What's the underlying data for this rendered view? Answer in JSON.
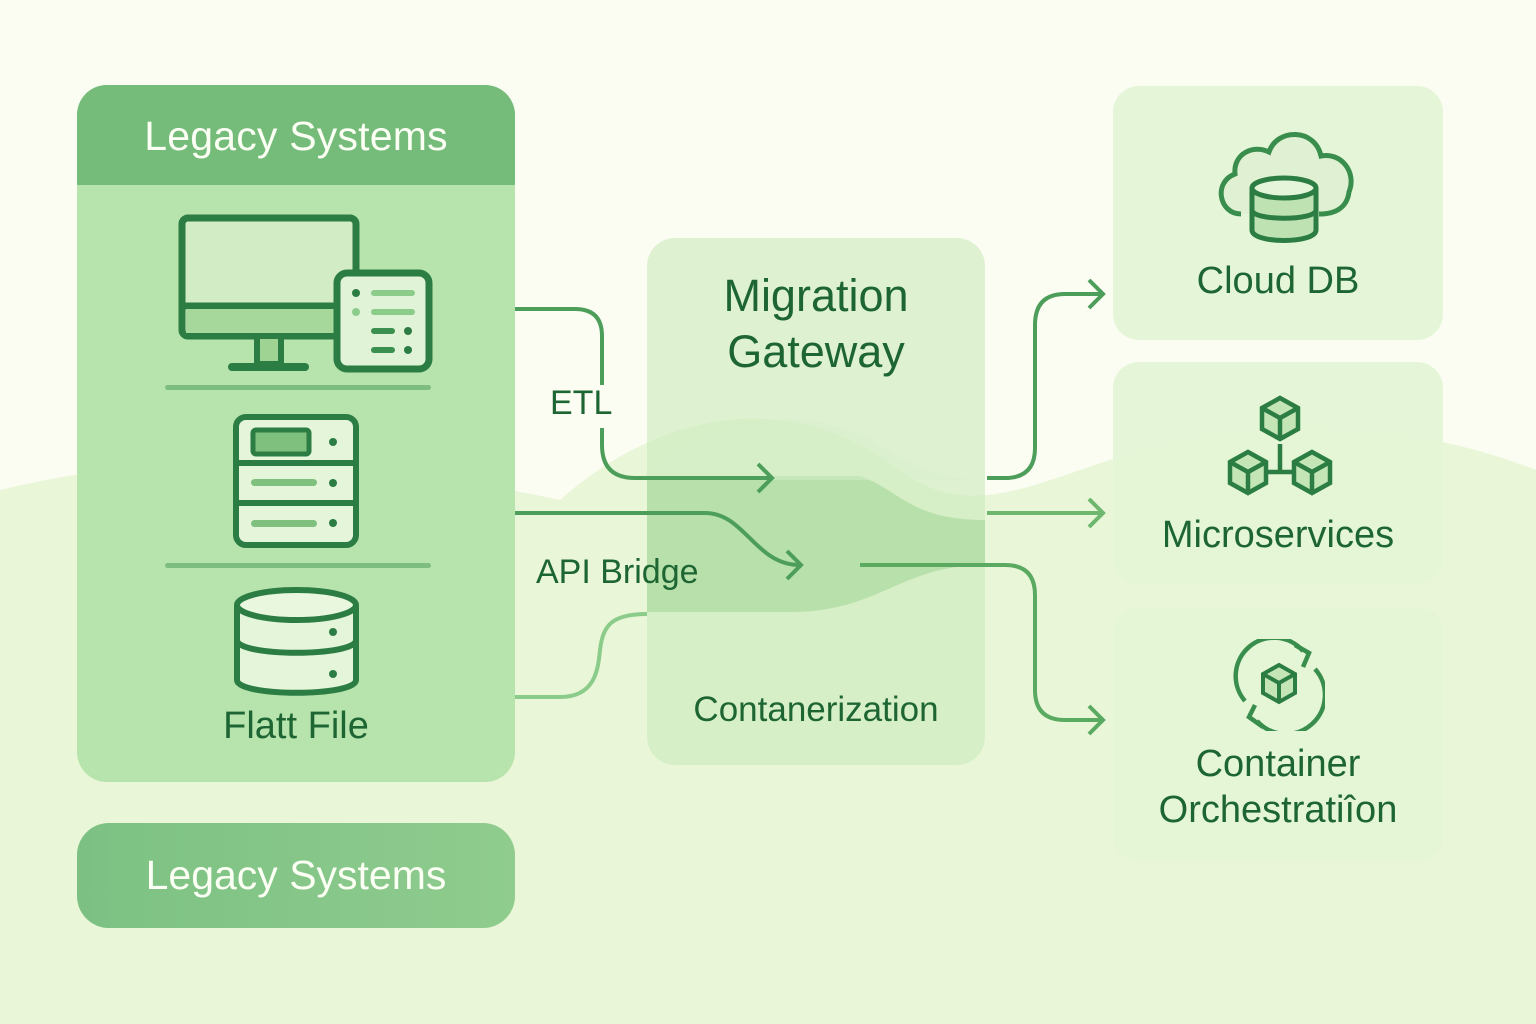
{
  "legacy_panel": {
    "title": "Legacy Systems",
    "items": [
      {
        "icon": "desktop-terminal-icon"
      },
      {
        "icon": "server-rack-icon"
      },
      {
        "icon": "database-icon",
        "label": "Flatt File"
      }
    ]
  },
  "legacy_button": {
    "label": "Legacy Systems"
  },
  "gateway": {
    "title_line1": "Migration",
    "title_line2": "Gateway",
    "sublabel": "Contanerization"
  },
  "edges": {
    "etl": "ETL",
    "api_bridge": "API Bridge"
  },
  "targets": [
    {
      "icon": "cloud-database-icon",
      "label": "Cloud DB"
    },
    {
      "icon": "microservices-cubes-icon",
      "label": "Microservices"
    },
    {
      "icon": "container-cycle-icon",
      "label_line1": "Container",
      "label_line2": "Orchestratiîon"
    }
  ],
  "colors": {
    "dark_green": "#1d6633",
    "stroke_green": "#2f8a45",
    "header_green": "#75bb7a",
    "panel_green": "#b7e3ad",
    "background": "#fbfdf3"
  }
}
